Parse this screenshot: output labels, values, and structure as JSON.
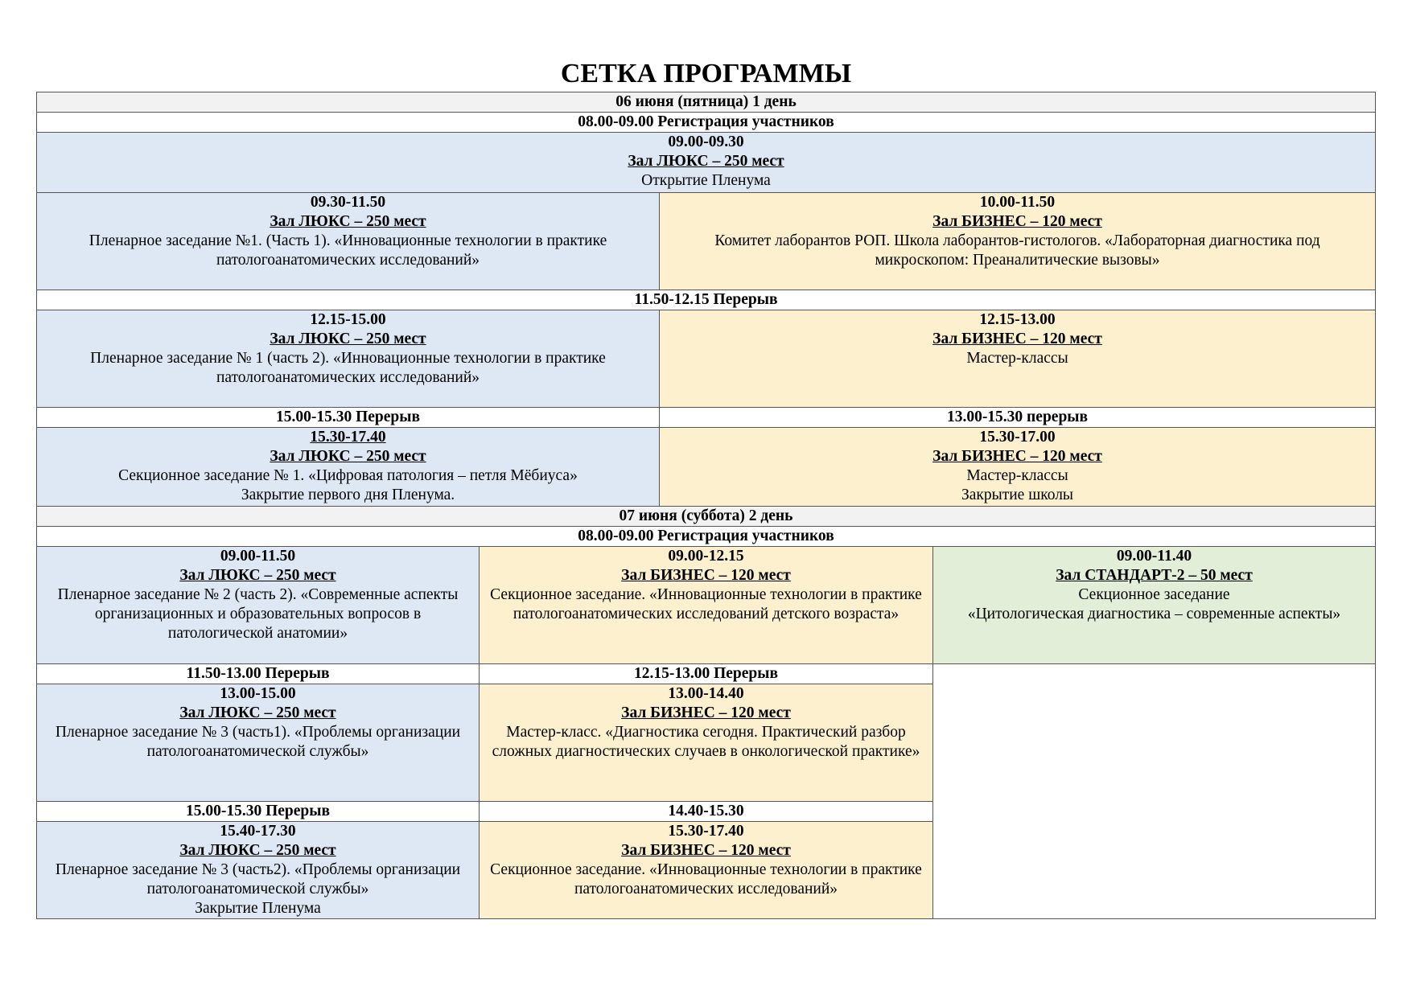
{
  "title": "СЕТКА ПРОГРАММЫ",
  "day1": {
    "header": "06 июня (пятница) 1 день",
    "registration": "08.00-09.00 Регистрация участников",
    "opening": {
      "time": "09.00-09.30",
      "hall": "Зал ЛЮКС – 250 мест",
      "text": "Открытие Пленума"
    },
    "plenary1": {
      "time": "09.30-11.50",
      "hall": "Зал ЛЮКС – 250 мест",
      "text": "Пленарное заседание №1. (Часть 1). «Инновационные технологии в практике патологоанатомических исследований»"
    },
    "lab_committee": {
      "time": "10.00-11.50",
      "hall": "Зал БИЗНЕС – 120 мест",
      "text": "Комитет лаборантов РОП. Школа лаборантов-гистологов. «Лабораторная диагностика под микроскопом: Преаналитические вызовы»"
    },
    "break1": "11.50-12.15 Перерыв",
    "plenary1b": {
      "time": "12.15-15.00",
      "hall": "Зал ЛЮКС – 250 мест",
      "text": "Пленарное заседание № 1 (часть 2). «Инновационные технологии в практике патологоанатомических исследований»"
    },
    "masterclass1": {
      "time": "12.15-13.00",
      "hall": "Зал БИЗНЕС – 120 мест",
      "text": "Мастер-классы"
    },
    "break2_left": "15.00-15.30 Перерыв",
    "break2_right": "13.00-15.30 перерыв",
    "section1": {
      "time": "15.30-17.40",
      "hall": "Зал ЛЮКС – 250 мест",
      "text": "Секционное заседание № 1. «Цифровая патология – петля Мёбиуса»",
      "text2": "Закрытие первого дня Пленума."
    },
    "masterclass2": {
      "time": "15.30-17.00",
      "hall": "Зал БИЗНЕС – 120 мест",
      "text": "Мастер-классы",
      "text2": "Закрытие школы"
    }
  },
  "day2": {
    "header": "07 июня (суббота) 2 день",
    "registration": "08.00-09.00 Регистрация участников",
    "plenary2": {
      "time": "09.00-11.50",
      "hall": "Зал ЛЮКС – 250 мест",
      "text": "Пленарное заседание № 2 (часть 2). «Современные аспекты организационных и образовательных вопросов в патологической анатомии»"
    },
    "section_kids": {
      "time": "09.00-12.15",
      "hall": "Зал БИЗНЕС – 120 мест",
      "text": "Секционное заседание. «Инновационные технологии в практике патологоанатомических исследований детского возраста»"
    },
    "cytology": {
      "time": "09.00-11.40",
      "hall": "Зал СТАНДАРТ-2 – 50 мест",
      "text": "Секционное заседание",
      "text2": "«Цитологическая диагностика – современные аспекты»"
    },
    "break1_left": "11.50-13.00 Перерыв",
    "break1_mid": "12.15-13.00 Перерыв",
    "plenary3": {
      "time": "13.00-15.00",
      "hall": "Зал ЛЮКС – 250 мест",
      "text": "Пленарное заседание № 3 (часть1). «Проблемы организации патологоанатомической службы»"
    },
    "masterclass3": {
      "time": "13.00-14.40",
      "hall": "Зал БИЗНЕС – 120 мест",
      "text": "Мастер-класс. «Диагностика сегодня. Практический разбор сложных диагностических случаев в онкологической практике»"
    },
    "break2_left": "15.00-15.30 Перерыв",
    "break2_mid": "14.40-15.30",
    "plenary3b": {
      "time": "15.40-17.30",
      "hall": "Зал ЛЮКС – 250 мест",
      "text": "Пленарное заседание № 3 (часть2). «Проблемы организации патологоанатомической службы»",
      "text2": "Закрытие Пленума"
    },
    "section_final": {
      "time": "15.30-17.40",
      "hall": "Зал БИЗНЕС – 120 мест",
      "text": "Секционное заседание. «Инновационные технологии в практике патологоанатомических исследований»"
    }
  }
}
